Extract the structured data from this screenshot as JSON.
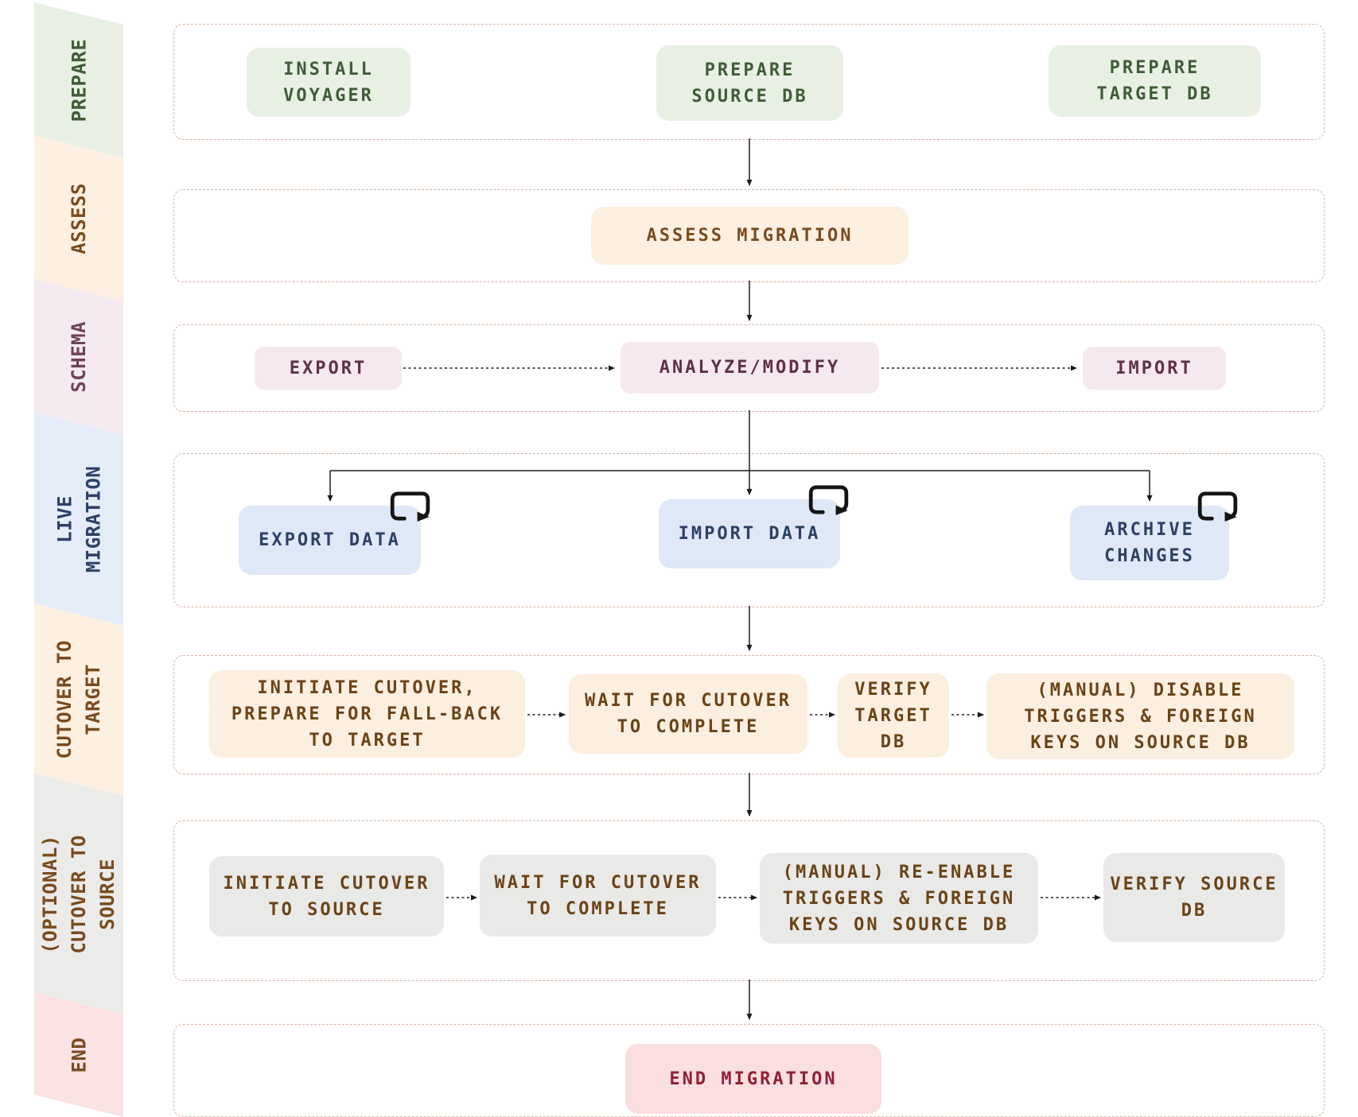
{
  "palette": {
    "row_border": "#d9b6a3",
    "arrow": "#1c1c1c",
    "prepare_bg": "#e8f0e4",
    "prepare_text": "#3f5d36",
    "assess_bg": "#fdf0e1",
    "assess_text": "#7a4b1d",
    "schema_bg": "#f5e8ee",
    "schema_text": "#5f3049",
    "live_bg": "#dfe8f7",
    "live_text": "#2c4165",
    "cutover_target_bg": "#fcefe0",
    "cutover_text": "#6b4317",
    "cutover_source_bg": "#e9e9e7",
    "end_bg": "#fbdee0",
    "end_text": "#8f2133"
  },
  "sidebar": {
    "segments": [
      {
        "id": "prepare",
        "label": "PREPARE"
      },
      {
        "id": "assess",
        "label": "ASSESS"
      },
      {
        "id": "schema",
        "label": "SCHEMA"
      },
      {
        "id": "live-migration",
        "label": "LIVE\nMIGRATION"
      },
      {
        "id": "cutover-target",
        "label": "CUTOVER TO\nTARGET"
      },
      {
        "id": "cutover-source",
        "label": "(OPTIONAL)\nCUTOVER TO\nSOURCE"
      },
      {
        "id": "end",
        "label": "END"
      }
    ]
  },
  "rows": [
    {
      "id": "prepare",
      "boxes": [
        {
          "id": "install-voyager",
          "label": "INSTALL\nVOYAGER"
        },
        {
          "id": "prepare-source-db",
          "label": "PREPARE\nSOURCE DB"
        },
        {
          "id": "prepare-target-db",
          "label": "PREPARE\nTARGET DB"
        }
      ]
    },
    {
      "id": "assess",
      "boxes": [
        {
          "id": "assess-migration",
          "label": "ASSESS MIGRATION"
        }
      ]
    },
    {
      "id": "schema",
      "boxes": [
        {
          "id": "export-schema",
          "label": "EXPORT"
        },
        {
          "id": "analyze-modify",
          "label": "ANALYZE/MODIFY"
        },
        {
          "id": "import-schema",
          "label": "IMPORT"
        }
      ]
    },
    {
      "id": "live-migration",
      "boxes": [
        {
          "id": "export-data",
          "label": "EXPORT DATA",
          "loop": true
        },
        {
          "id": "import-data",
          "label": "IMPORT DATA",
          "loop": true
        },
        {
          "id": "archive-changes",
          "label": "ARCHIVE\nCHANGES",
          "loop": true
        }
      ]
    },
    {
      "id": "cutover-target",
      "boxes": [
        {
          "id": "initiate-cutover-target",
          "label": "INITIATE CUTOVER,\nPREPARE FOR FALL-BACK\nTO TARGET"
        },
        {
          "id": "wait-cutover-target",
          "label": "WAIT FOR CUTOVER\nTO COMPLETE"
        },
        {
          "id": "verify-target-db",
          "label": "VERIFY\nTARGET\nDB"
        },
        {
          "id": "disable-triggers",
          "label": "(MANUAL) DISABLE\nTRIGGERS & FOREIGN\nKEYS ON SOURCE DB"
        }
      ]
    },
    {
      "id": "cutover-source",
      "boxes": [
        {
          "id": "initiate-cutover-source",
          "label": "INITIATE CUTOVER\nTO SOURCE"
        },
        {
          "id": "wait-cutover-source",
          "label": "WAIT FOR CUTOVER\nTO COMPLETE"
        },
        {
          "id": "reenable-triggers",
          "label": "(MANUAL) RE-ENABLE\nTRIGGERS & FOREIGN\nKEYS ON SOURCE DB"
        },
        {
          "id": "verify-source-db",
          "label": "VERIFY SOURCE\nDB"
        }
      ]
    },
    {
      "id": "end",
      "boxes": [
        {
          "id": "end-migration",
          "label": "END MIGRATION"
        }
      ]
    }
  ],
  "icons": {
    "loop": "repeat-loop"
  },
  "connections": [
    "prepare-source-db -> assess-migration",
    "assess-migration -> analyze-modify",
    "export-schema -> analyze-modify",
    "analyze-modify -> import-schema",
    "analyze-modify -> export-data",
    "analyze-modify -> import-data",
    "analyze-modify -> archive-changes",
    "live-migration -> cutover-target",
    "initiate-cutover-target -> wait-cutover-target",
    "wait-cutover-target -> verify-target-db",
    "verify-target-db -> disable-triggers",
    "cutover-target -> cutover-source",
    "initiate-cutover-source -> wait-cutover-source",
    "wait-cutover-source -> reenable-triggers",
    "reenable-triggers -> verify-source-db",
    "cutover-source -> end-migration"
  ]
}
